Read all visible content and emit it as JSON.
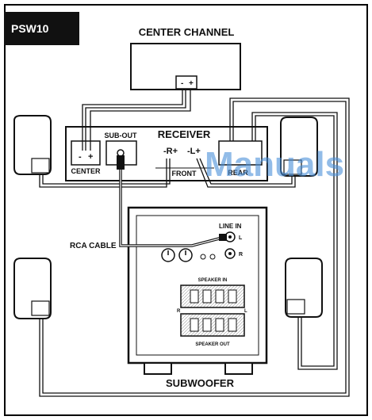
{
  "model": "PSW10",
  "labels": {
    "center_channel": "CENTER CHANNEL",
    "center_polarity_minus": "-",
    "center_polarity_plus": "+",
    "receiver": "RECEIVER",
    "sub_out": "SUB-OUT",
    "center_terminal": "CENTER",
    "front_terminal": "FRONT",
    "rear_terminal": "REAR",
    "front_r": "-R+",
    "front_l": "-L+",
    "rca_cable": "RCA CABLE",
    "line_in": "LINE IN",
    "line_in_l": "L",
    "line_in_r": "R",
    "speaker_in": "SPEAKER IN",
    "speaker_out": "SPEAKER OUT",
    "subwoofer": "SUBWOOFER",
    "side_l": "L",
    "side_r": "R",
    "terminal_plus": "+",
    "terminal_minus": "-"
  },
  "watermark": "Manuals",
  "colors": {
    "ink": "#111111",
    "watermark": "#4a90d9"
  }
}
